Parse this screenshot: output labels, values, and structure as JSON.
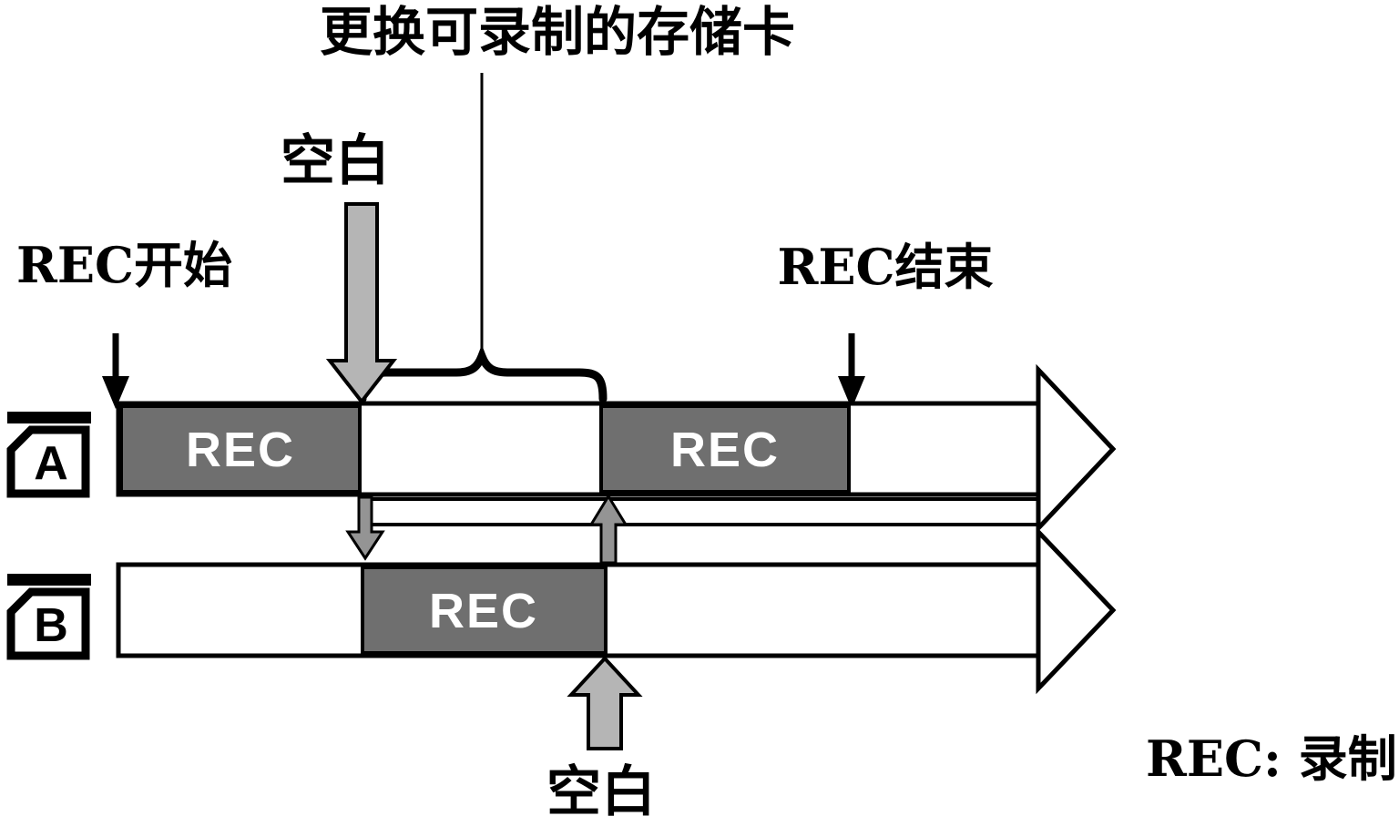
{
  "diagram": {
    "title": "更换可录制的存储卡",
    "blank_top": "空白",
    "blank_bottom": "空白",
    "rec_start": "REC开始",
    "rec_end": "REC结束",
    "legend": "REC: 录制",
    "cards": {
      "a": "A",
      "b": "B"
    },
    "bars": {
      "a1": "REC",
      "a2": "REC",
      "b": "REC"
    },
    "colors": {
      "rec_bar": "#6f6f6f",
      "blank_arrow": "#b5b5b5",
      "relay_arrow": "#949494",
      "outline": "#000000",
      "background": "#ffffff"
    }
  }
}
